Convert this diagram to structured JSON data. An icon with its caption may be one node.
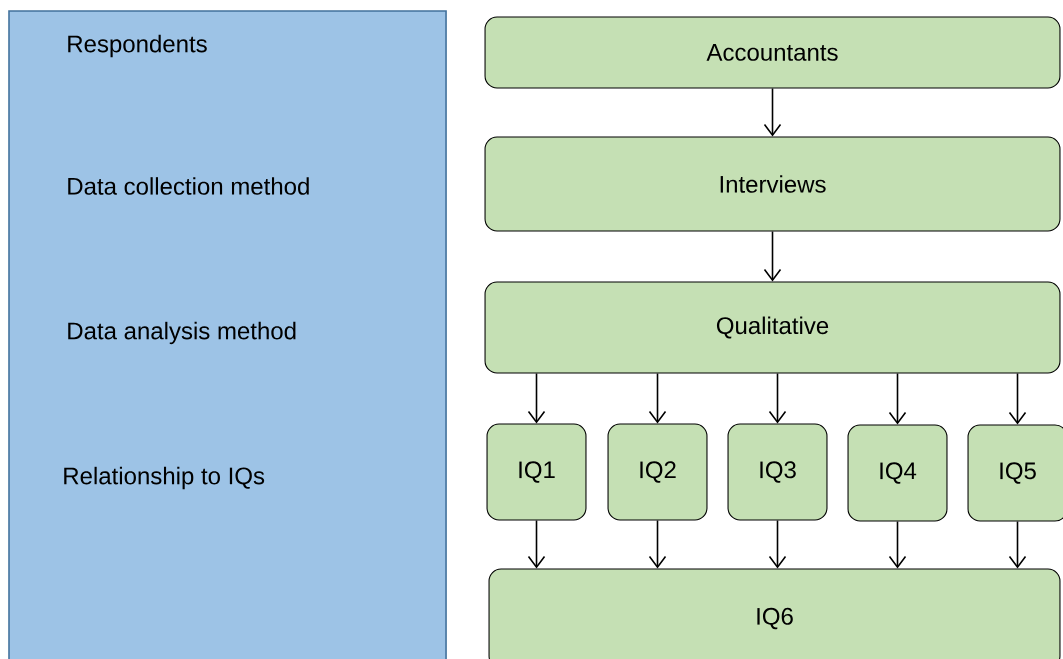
{
  "diagram": {
    "nodes": [
      {
        "text": [
          "Respondents",
          "Data collection method",
          "Data analysis method",
          "Relationship to IQs"
        ]
      },
      {
        "text": [
          "Accountants"
        ]
      },
      {
        "text": [
          "Interviews"
        ]
      },
      {
        "text": [
          "Qualitative"
        ]
      },
      {
        "text": [
          "IQ1"
        ]
      },
      {
        "text": [
          "IQ2"
        ]
      },
      {
        "text": [
          "IQ3"
        ]
      },
      {
        "text": [
          "IQ4"
        ]
      },
      {
        "text": [
          "IQ5"
        ]
      },
      {
        "text": [
          "IQ6"
        ]
      }
    ],
    "edges": [
      {
        "from": 1,
        "to": 2,
        "arrow": "to"
      },
      {
        "from": 2,
        "to": 3,
        "arrow": "to"
      },
      {
        "from": 3,
        "to": 4,
        "arrow": "to"
      },
      {
        "from": 3,
        "to": 5,
        "arrow": "to"
      },
      {
        "from": 3,
        "to": 6,
        "arrow": "to"
      },
      {
        "from": 3,
        "to": 7,
        "arrow": "to"
      },
      {
        "from": 3,
        "to": 8,
        "arrow": "to"
      },
      {
        "from": 4,
        "to": 9,
        "arrow": "to"
      },
      {
        "from": 5,
        "to": 9,
        "arrow": "to"
      },
      {
        "from": 6,
        "to": 9,
        "arrow": "to"
      },
      {
        "from": 7,
        "to": 9,
        "arrow": "to"
      },
      {
        "from": 8,
        "to": 9,
        "arrow": "to"
      }
    ]
  }
}
